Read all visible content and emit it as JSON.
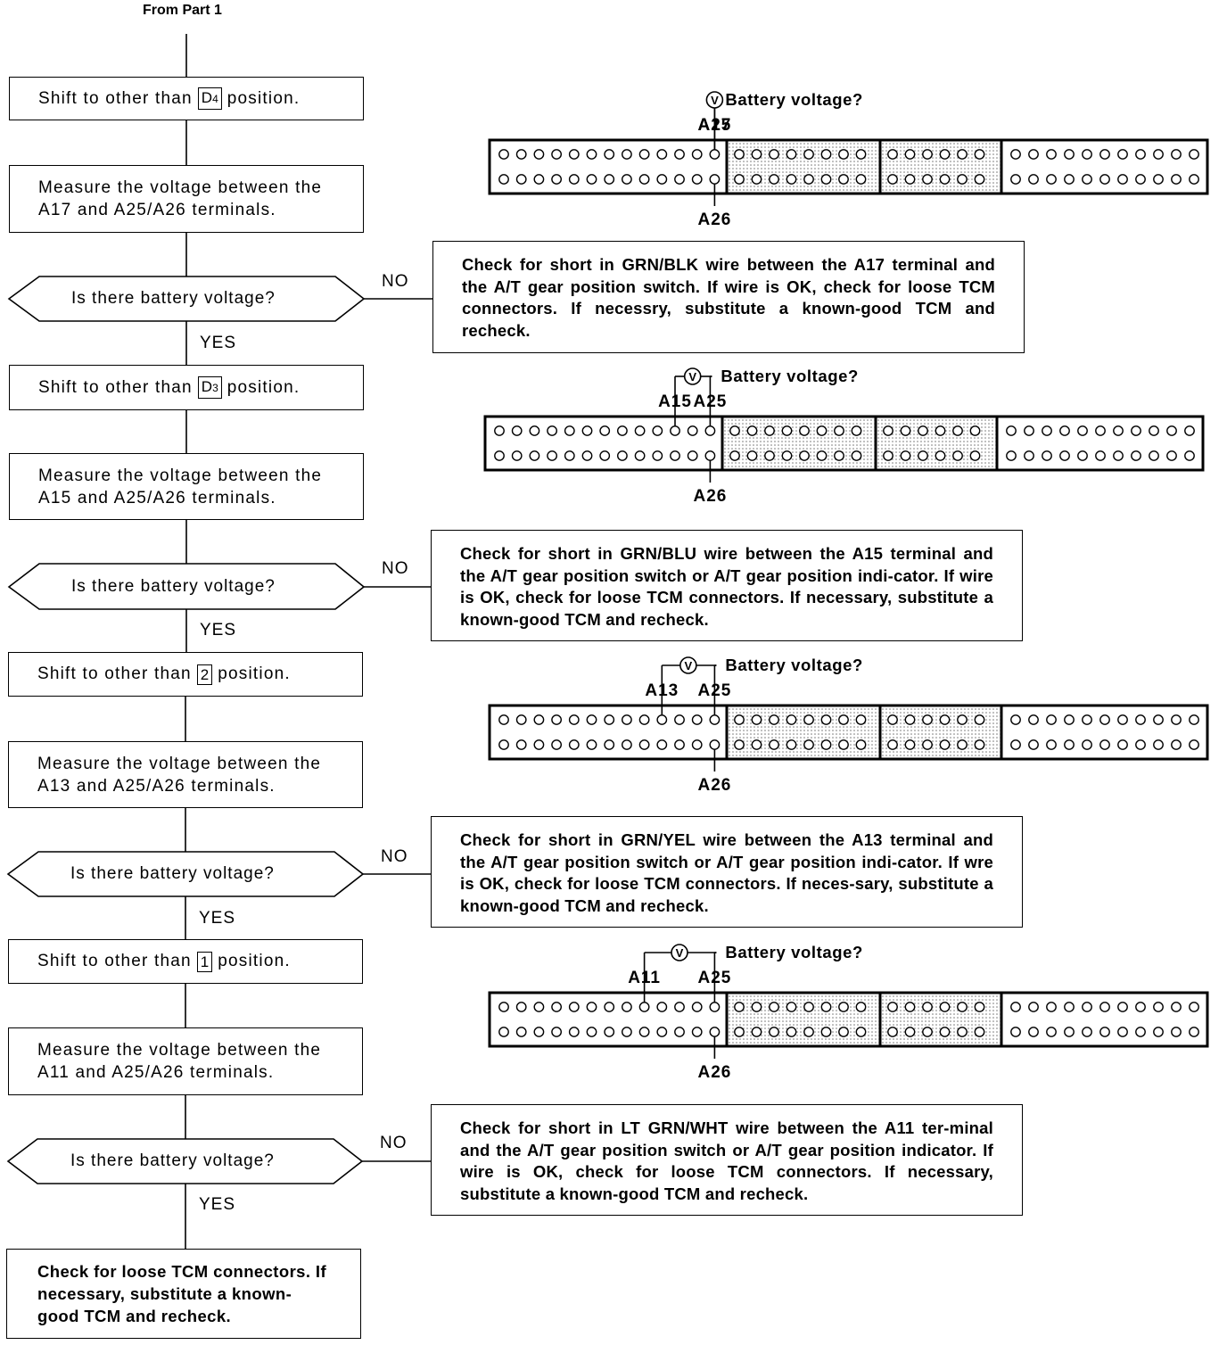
{
  "start": "From Part 1",
  "yes": "YES",
  "no": "NO",
  "battery_question": "Battery voltage?",
  "stages": [
    {
      "shift_pre": "Shift to other than",
      "shift_key": "D4",
      "shift_post": "position.",
      "measure_1": "Measure the voltage between the",
      "measure_2": "A17 and A25/A26 terminals.",
      "question": "Is there battery voltage?",
      "no_text": "Check for short in GRN/BLK wire between the A17 terminal and the A/T gear position switch. If wire is OK, check for loose TCM connectors. If necessry, substitute a known-good TCM and recheck.",
      "terminal": "A17",
      "ref": "A25",
      "bottom": "A26"
    },
    {
      "shift_pre": "Shift to other than",
      "shift_key": "D3",
      "shift_post": "position.",
      "measure_1": "Measure the voltage between the",
      "measure_2": "A15 and A25/A26 terminals.",
      "question": "Is there battery voltage?",
      "no_text": "Check for short in GRN/BLU wire between the A15 terminal and the A/T gear position switch or A/T gear position indi-cator. If wire is OK, check for loose TCM connectors. If necessary, substitute a known-good TCM and recheck.",
      "terminal": "A15",
      "ref": "A25",
      "bottom": "A26"
    },
    {
      "shift_pre": "Shift to other than",
      "shift_key": "2",
      "shift_post": "position.",
      "measure_1": "Measure the voltage between the",
      "measure_2": "A13 and A25/A26 terminals.",
      "question": "Is there battery voltage?",
      "no_text": "Check for short in GRN/YEL wire between the A13 terminal and the A/T gear position switch or A/T gear position indi-cator. If wre is OK, check for loose TCM connectors. If neces-sary, substitute a known-good TCM and recheck.",
      "terminal": "A13",
      "ref": "A25",
      "bottom": "A26"
    },
    {
      "shift_pre": "Shift to other than",
      "shift_key": "1",
      "shift_post": "position.",
      "measure_1": "Measure the voltage between the",
      "measure_2": "A11 and A25/A26 terminals.",
      "question": "Is there battery voltage?",
      "no_text": "Check for short in LT GRN/WHT wire between the A11 ter-minal and the A/T gear position switch or A/T gear position indicator. If wire is OK, check for loose TCM connectors. If necessary, substitute a known-good TCM and recheck.",
      "terminal": "A11",
      "ref": "A25",
      "bottom": "A26"
    }
  ],
  "final": "Check for loose TCM connectors. If necessary, substitute a known-good TCM and recheck."
}
